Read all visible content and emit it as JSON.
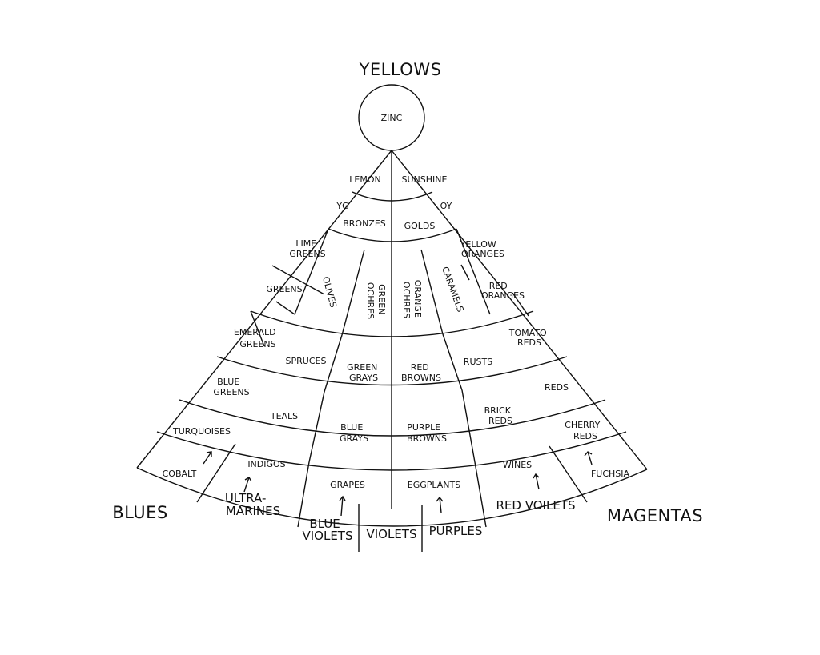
{
  "corners": {
    "top": "YELLOWS",
    "left": "BLUES",
    "right": "MAGENTAS"
  },
  "center": "ZINC",
  "labels": {
    "lemon": "LEMON",
    "sunshine": "SUNSHINE",
    "yg": "YG",
    "oy": "OY",
    "bronzes": "BRONZES",
    "golds": "GOLDS",
    "lime_greens": [
      "LIME",
      "GREENS"
    ],
    "yellow_oranges": [
      "YELLOW",
      "ORANGES"
    ],
    "greens": "GREENS",
    "red_oranges": [
      "RED",
      "ORANGES"
    ],
    "olives": "OLIVES",
    "green_ochres": [
      "GREEN",
      "OCHRES"
    ],
    "orange_ochres": [
      "ORANGE",
      "OCHRES"
    ],
    "caramels": "CARAMELS",
    "emerald_greens": [
      "EMERALD",
      "GREENS"
    ],
    "tomato_reds": [
      "TOMATO",
      "REDS"
    ],
    "spruces": "SPRUCES",
    "green_grays": [
      "GREEN",
      "GRAYS"
    ],
    "red_browns": [
      "RED",
      "BROWNS"
    ],
    "rusts": "RUSTS",
    "blue_greens": [
      "BLUE",
      "GREENS"
    ],
    "reds": "REDS",
    "teals": "TEALS",
    "blue_grays": [
      "BLUE",
      "GRAYS"
    ],
    "purple_browns": [
      "PURPLE",
      "BROWNS"
    ],
    "brick_reds": [
      "BRICK",
      "REDS"
    ],
    "turquoises": "TURQUOISES",
    "cherry_reds": [
      "CHERRY",
      "REDS"
    ],
    "cobalt": "COBALT",
    "indigos": "INDIGOS",
    "grapes": "GRAPES",
    "eggplants": "EGGPLANTS",
    "wines": "WINES",
    "fuchsia": "FUCHSIA",
    "ultramarines": [
      "ULTRA-",
      "MARINES"
    ],
    "red_voilets": "RED VOILETS",
    "blue_violets": [
      "BLUE",
      "VIOLETS"
    ],
    "violets": "VIOLETS",
    "purples": "PURPLES"
  }
}
